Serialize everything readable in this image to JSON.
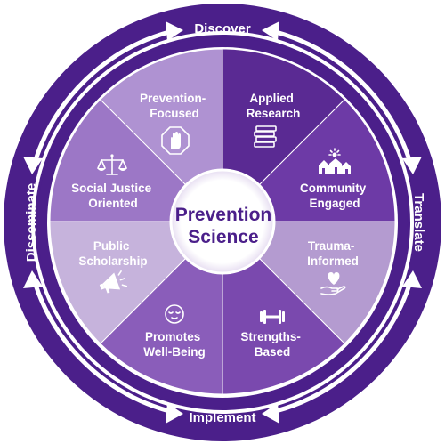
{
  "center": {
    "line1": "Prevention",
    "line2": "Science"
  },
  "cycle": {
    "top": "Discover",
    "right": "Translate",
    "bottom": "Implement",
    "left": "Disseminate"
  },
  "segments": [
    {
      "lines": [
        "Applied",
        "Research"
      ],
      "icon": "books-icon",
      "color": "#5a2a93"
    },
    {
      "lines": [
        "Community",
        "Engaged"
      ],
      "icon": "houses-sun-icon",
      "color": "#6d3aa6"
    },
    {
      "lines": [
        "Trauma-",
        "Informed"
      ],
      "icon": "heart-hand-icon",
      "color": "#b49bd0"
    },
    {
      "lines": [
        "Strengths-",
        "Based"
      ],
      "icon": "dumbbell-icon",
      "color": "#7a49ae"
    },
    {
      "lines": [
        "Promotes",
        "Well-Being"
      ],
      "icon": "calm-face-icon",
      "color": "#8a5dba"
    },
    {
      "lines": [
        "Public",
        "Scholarship"
      ],
      "icon": "megaphone-icon",
      "color": "#c6b3dc"
    },
    {
      "lines": [
        "Social Justice",
        "Oriented"
      ],
      "icon": "scales-icon",
      "color": "#9c77c6"
    },
    {
      "lines": [
        "Prevention-",
        "Focused"
      ],
      "icon": "stop-hand-icon",
      "color": "#af92d2"
    }
  ],
  "colors": {
    "ring": "#4b1f8a",
    "ring_inner_border": "#ffffff",
    "center_text": "#4b1f8a"
  }
}
